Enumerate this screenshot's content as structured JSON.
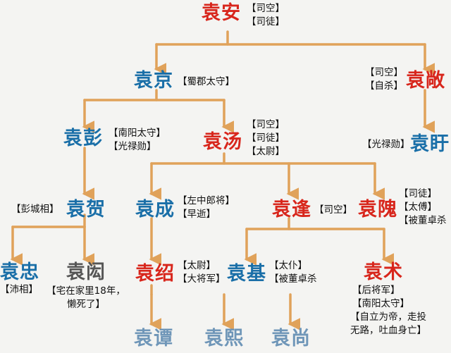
{
  "people": {
    "yuan_an": {
      "name": "袁安",
      "titles": [
        "【司空】",
        "【司徒】"
      ]
    },
    "yuan_jing": {
      "name": "袁京",
      "titles": [
        "【蜀郡太守】"
      ]
    },
    "yuan_chang": {
      "name": "袁敞",
      "titles": [
        "【司空】",
        "【自杀】"
      ]
    },
    "yuan_peng": {
      "name": "袁彭",
      "titles": [
        "【南阳太守】",
        "【光禄勋】"
      ]
    },
    "yuan_tang": {
      "name": "袁汤",
      "titles": [
        "【司空】",
        "【司徒】",
        "【太尉】"
      ]
    },
    "yuan_xu": {
      "name": "袁盱",
      "titles": [
        "【光禄勋】"
      ]
    },
    "yuan_he": {
      "name": "袁贺",
      "titles": [
        "【彭城相】"
      ]
    },
    "yuan_cheng": {
      "name": "袁成",
      "titles": [
        "【左中郎将】",
        "【早逝】"
      ]
    },
    "yuan_feng": {
      "name": "袁逢",
      "titles": [
        "【司空】"
      ]
    },
    "yuan_wei": {
      "name": "袁隗",
      "titles": [
        "【司徒】",
        "【太傅】",
        "【被董卓杀"
      ]
    },
    "yuan_zhong": {
      "name": "袁忠",
      "titles": [
        "【沛相】"
      ]
    },
    "yuan_hong": {
      "name": "袁闳",
      "note": "【宅在家里18年，懒死了】"
    },
    "yuan_shao": {
      "name": "袁绍",
      "titles": [
        "【太尉】",
        "【大将军】"
      ]
    },
    "yuan_ji": {
      "name": "袁基",
      "titles": [
        "【太仆】",
        "【被董卓杀"
      ]
    },
    "yuan_shu": {
      "name": "袁术",
      "titles": [
        "【后将军】",
        "【南阳太守】",
        "【自立为帝，走投无路，吐血身亡】"
      ]
    },
    "yuan_tan": {
      "name": "袁谭"
    },
    "yuan_xi": {
      "name": "袁熙"
    },
    "yuan_shang": {
      "name": "袁尚"
    }
  },
  "colors": {
    "line": "#e0a25a",
    "red": "#d8261c",
    "blue": "#1a6fa8",
    "lightblue": "#6f96b8",
    "dark": "#555555"
  }
}
